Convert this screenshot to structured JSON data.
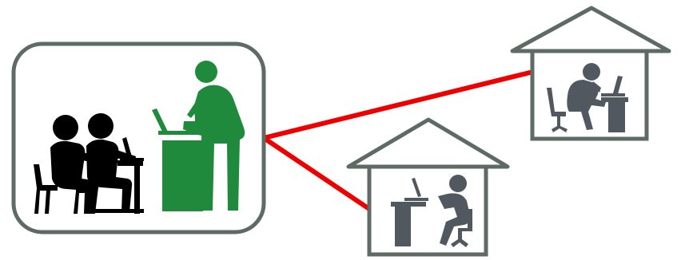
{
  "diagram": {
    "nodes": [
      {
        "id": "classroom",
        "icon": "classroom-teacher-icon"
      },
      {
        "id": "home-upper",
        "icon": "house-remote-learner-icon"
      },
      {
        "id": "home-lower",
        "icon": "house-remote-learner-icon"
      }
    ],
    "links": [
      {
        "from": "classroom",
        "to": "home-upper"
      },
      {
        "from": "classroom",
        "to": "home-lower"
      }
    ],
    "colors": {
      "link": "#ee0000",
      "frame": "#5e6a64",
      "teacher": "#1f8a3c",
      "student": "#000000",
      "remote_person": "#525860"
    }
  }
}
